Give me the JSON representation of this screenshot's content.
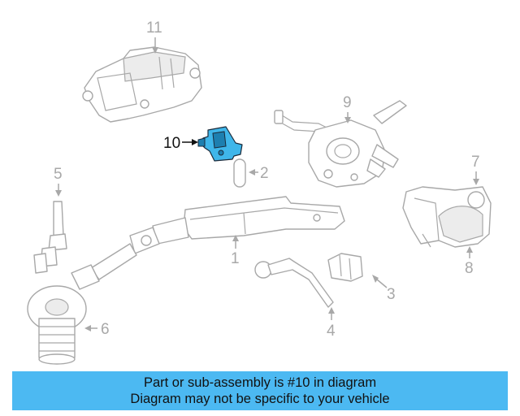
{
  "callouts": {
    "c1": "1",
    "c2": "2",
    "c3": "3",
    "c4": "4",
    "c5": "5",
    "c6": "6",
    "c7": "7",
    "c8": "8",
    "c9": "9",
    "c10": "10",
    "c11": "11"
  },
  "highlight": {
    "part_number": "10",
    "color": "#3fb6ea"
  },
  "banner": {
    "line1": "Part or sub-assembly is #10 in diagram",
    "line2": "Diagram may not be specific to your vehicle",
    "background": "#4cb9f2"
  }
}
